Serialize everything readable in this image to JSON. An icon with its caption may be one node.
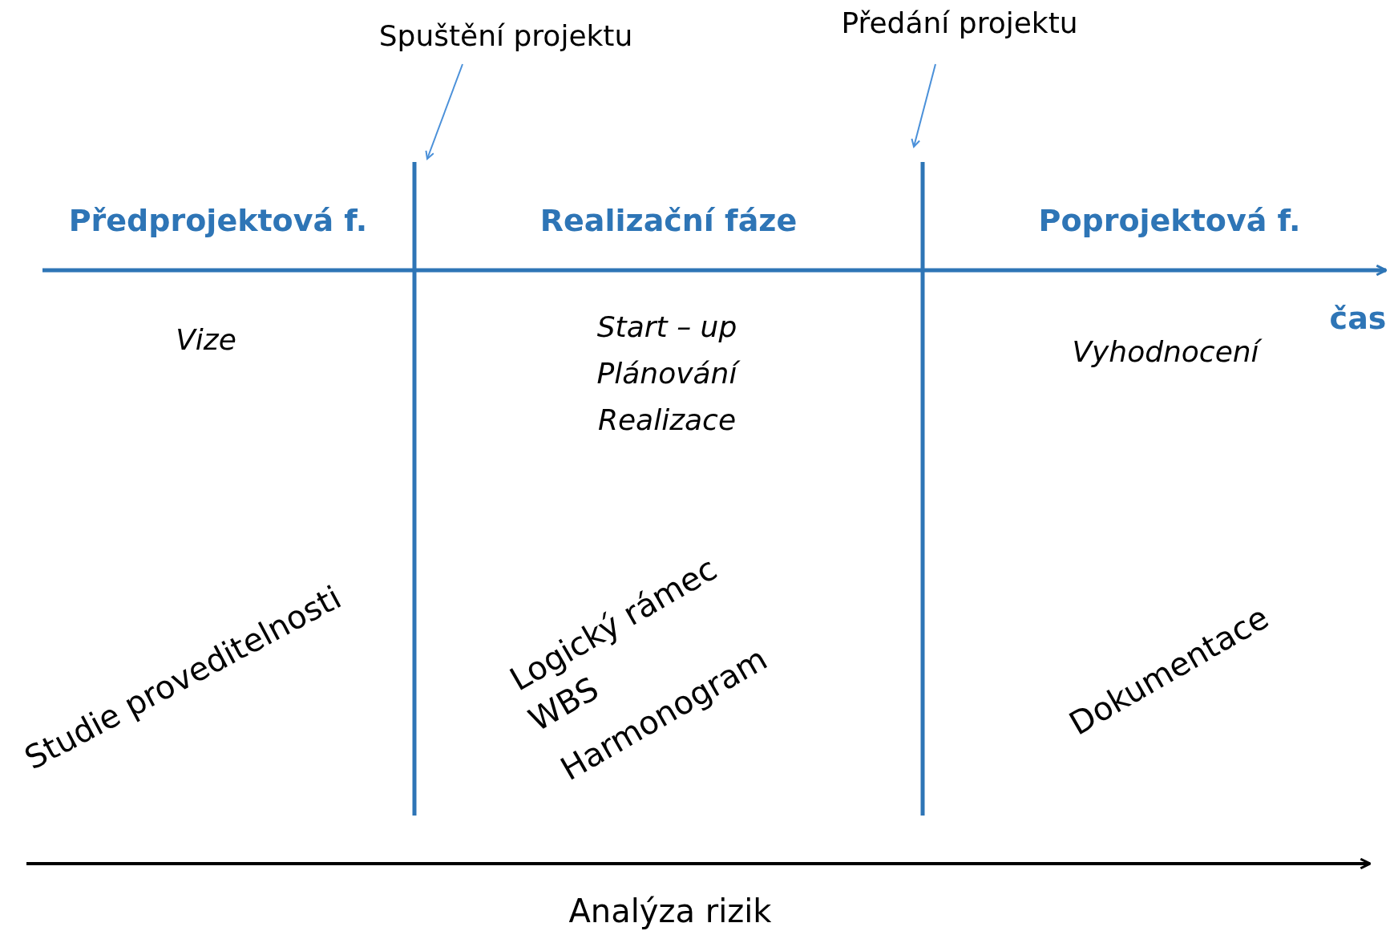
{
  "diagram": {
    "nodes": [
      {
        "text": [
          "Spuštění projektu"
        ]
      },
      {
        "text": [
          "Předání projektu"
        ]
      },
      {
        "text": [],
        "shape": "bar"
      },
      {
        "text": [],
        "shape": "bar"
      }
    ],
    "edges": [
      {
        "from": 0,
        "to": 2,
        "arrow": "to"
      },
      {
        "from": 1,
        "to": 3,
        "arrow": "to"
      }
    ],
    "labels": [
      "Předprojektová f.",
      "Realizační fáze",
      "Poprojektová f.",
      "čas",
      "Vize",
      "Start – up",
      "Plánování",
      "Realizace",
      "Vyhodnocení",
      "Studie proveditelnosti",
      "Logický rámec",
      "WBS",
      "Harmonogram",
      "Dokumentace",
      "Analýza rizik"
    ]
  }
}
